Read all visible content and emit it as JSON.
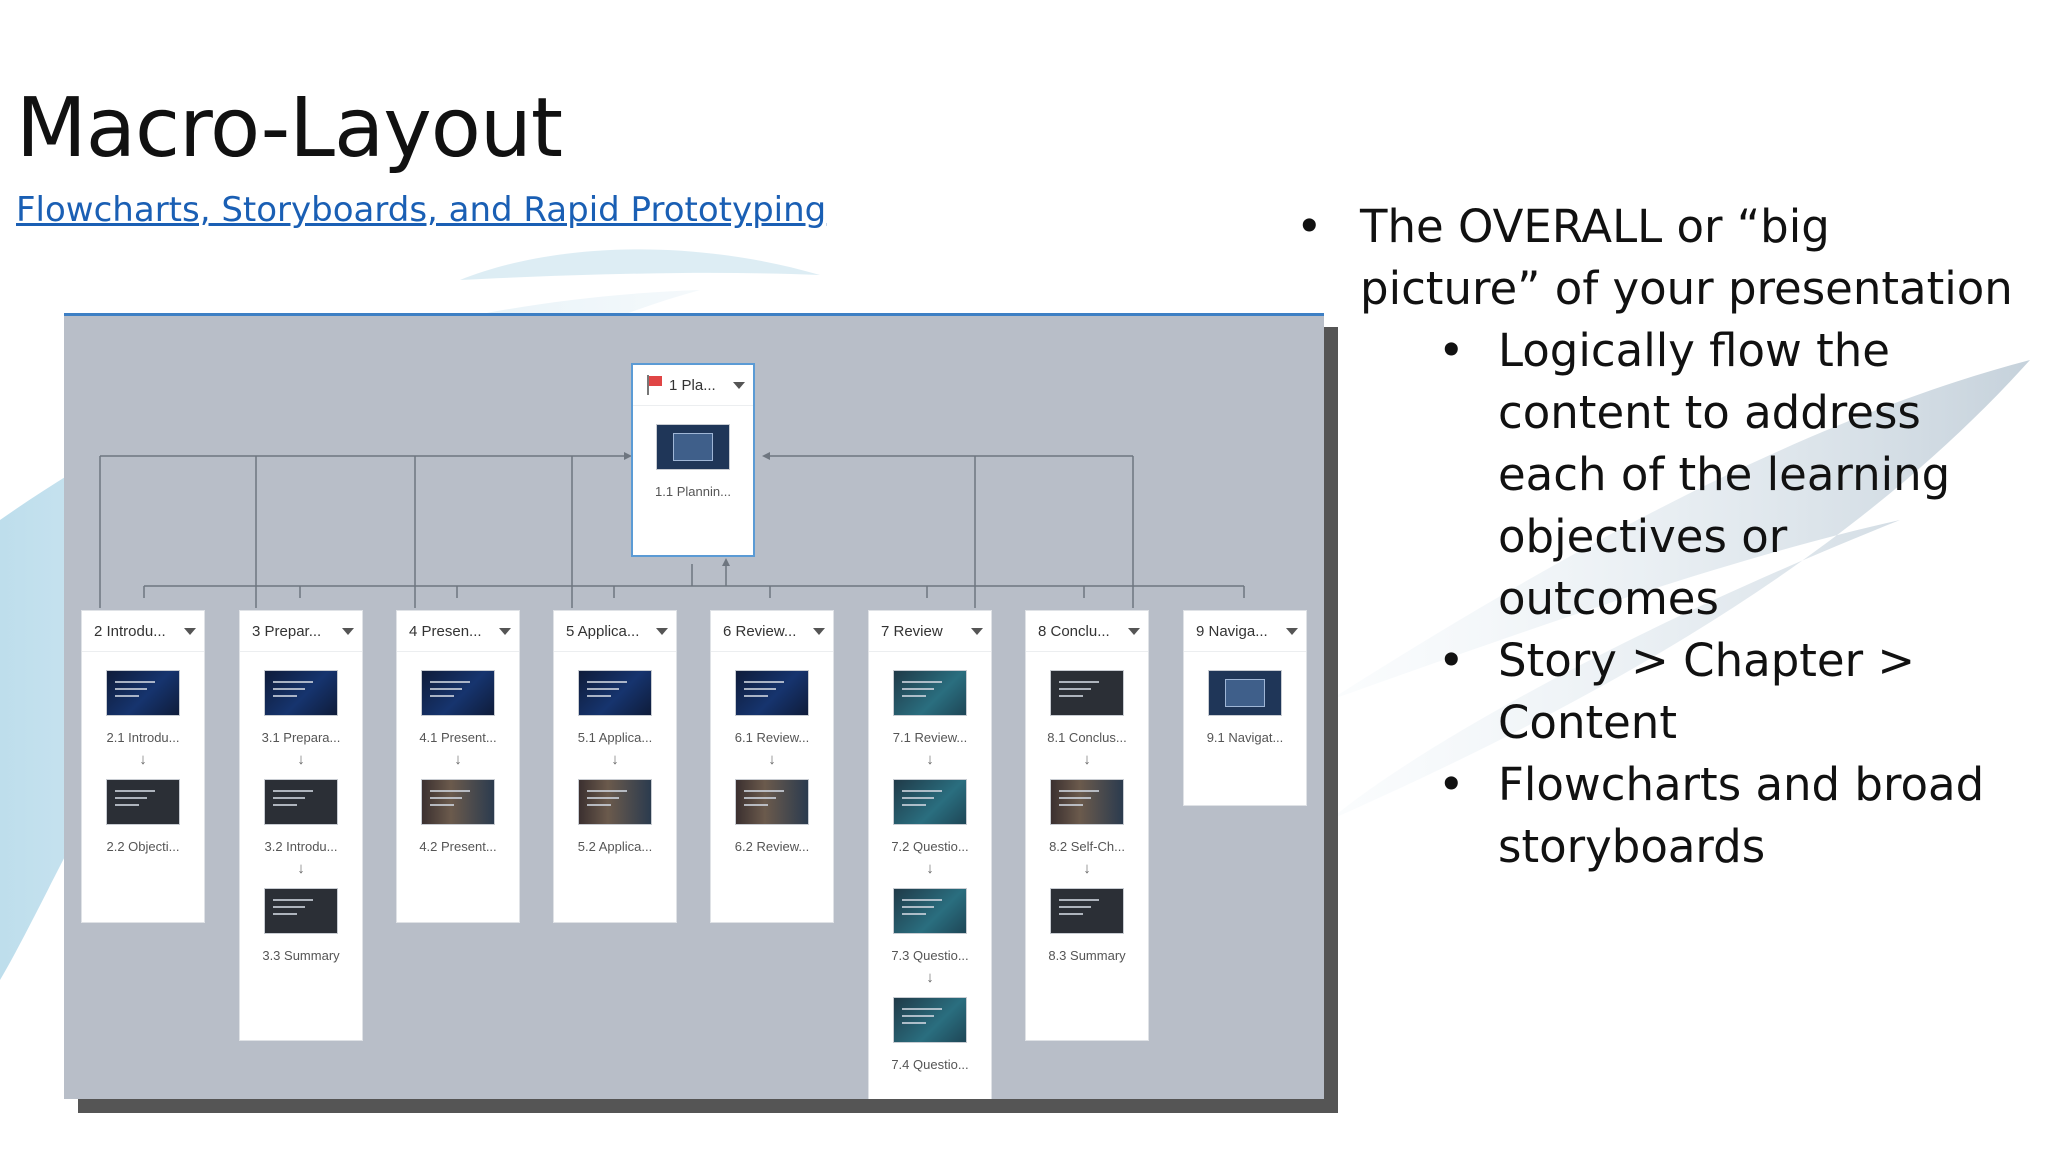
{
  "slide": {
    "title": "Macro-Layout",
    "link_text": "Flowcharts, Storyboards, and Rapid Prototyping",
    "bullets": [
      {
        "text": "The OVERALL or “big picture” of your presentation",
        "sub": [
          "Logically flow the content to address each of the learning objectives or outcomes",
          "Story > Chapter > Content",
          "Flowcharts and broad storyboards"
        ]
      }
    ]
  },
  "flowchart": {
    "root": {
      "label": "1 Pla...",
      "slides": [
        "1.1 Plannin..."
      ]
    },
    "scenes": [
      {
        "label": "2 Introdu...",
        "slides": [
          "2.1 Introdu...",
          "2.2 Objecti..."
        ]
      },
      {
        "label": "3 Prepar...",
        "slides": [
          "3.1 Prepara...",
          "3.2 Introdu...",
          "3.3 Summary"
        ]
      },
      {
        "label": "4 Presen...",
        "slides": [
          "4.1 Present...",
          "4.2 Present..."
        ]
      },
      {
        "label": "5 Applica...",
        "slides": [
          "5.1 Applica...",
          "5.2 Applica..."
        ]
      },
      {
        "label": "6 Review...",
        "slides": [
          "6.1 Review...",
          "6.2 Review..."
        ]
      },
      {
        "label": "7 Review",
        "slides": [
          "7.1 Review...",
          "7.2 Questio...",
          "7.3 Questio...",
          "7.4 Questio..."
        ]
      },
      {
        "label": "8 Conclu...",
        "slides": [
          "8.1 Conclus...",
          "8.2 Self-Ch...",
          "8.3 Summary"
        ]
      },
      {
        "label": "9 Naviga...",
        "slides": [
          "9.1 Navigat..."
        ]
      }
    ]
  },
  "colors": {
    "accent": "#5b9bd5",
    "link": "#1a5fb4",
    "canvas": "#b8bec8"
  }
}
